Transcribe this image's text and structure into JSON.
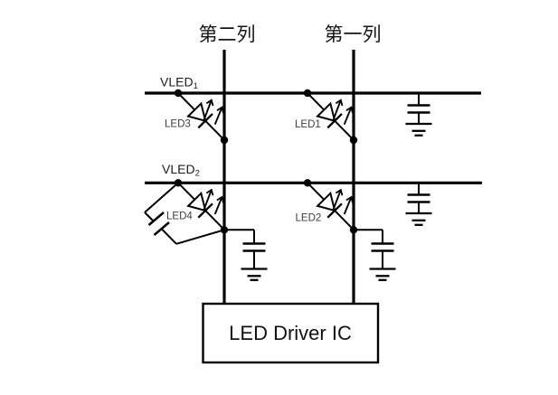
{
  "schematic": {
    "background_color": "#ffffff",
    "line_color": "#000000",
    "label_color": "#1c1c1c",
    "led_label_color": "#3d3d3d",
    "columns": [
      {
        "label": "第二列"
      },
      {
        "label": "第一列"
      }
    ],
    "rails": [
      {
        "base": "VLED",
        "sub": "1"
      },
      {
        "base": "VLED",
        "sub": "2"
      }
    ],
    "leds": {
      "led1": {
        "label": "LED1"
      },
      "led2": {
        "label": "LED2"
      },
      "led3": {
        "label": "LED3"
      },
      "led4": {
        "label": "LED4"
      }
    },
    "driver_ic": {
      "label": "LED Driver IC"
    }
  }
}
